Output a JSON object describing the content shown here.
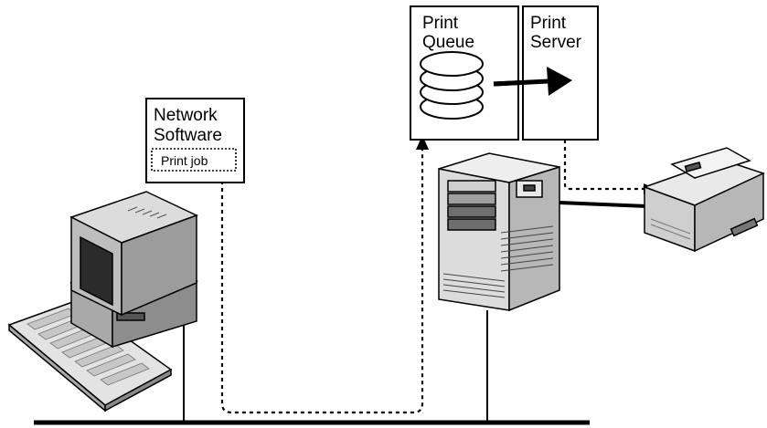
{
  "network_software": {
    "line1": "Network",
    "line2": "Software",
    "print_job": "Print job"
  },
  "print_queue": {
    "line1": "Print",
    "line2": "Queue"
  },
  "print_server": {
    "line1": "Print",
    "line2": "Server"
  },
  "colors": {
    "ink": "#000000",
    "paper": "#ffffff",
    "computer_light": "#d9d9d9",
    "computer_mid": "#a6a6a6",
    "computer_dark": "#6e6e6e",
    "screen": "#2b2b2b",
    "server_body": "#e6e6e6",
    "printer_body": "#dedede"
  },
  "icons": [
    "computer-icon",
    "server-icon",
    "printer-icon",
    "database-stack-icon",
    "arrow-right-icon"
  ]
}
